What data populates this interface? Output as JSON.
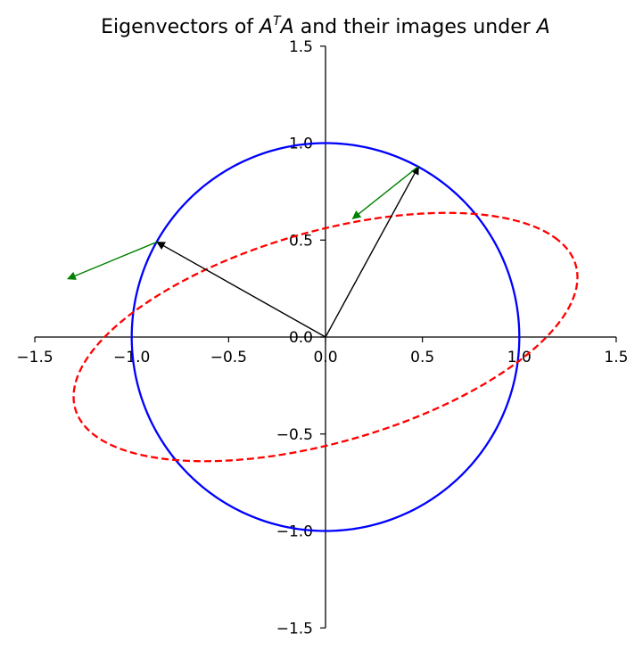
{
  "chart_data": {
    "type": "line",
    "title": {
      "prefix": "Eigenvectors of ",
      "A1": "A",
      "sup": "T",
      "A2": "A",
      "middle": " and their images under ",
      "A3": "A"
    },
    "xlabel": "",
    "ylabel": "",
    "xlim": [
      -1.5,
      1.5
    ],
    "ylim": [
      -1.5,
      1.5
    ],
    "grid": false,
    "spines": "centered",
    "x_ticks": [
      -1.5,
      -1.0,
      -0.5,
      0.0,
      0.5,
      1.0,
      1.5
    ],
    "x_tick_labels": [
      "−1.5",
      "−1.0",
      "−0.5",
      "0.0",
      "0.5",
      "1.0",
      "1.5"
    ],
    "y_ticks": [
      -1.5,
      -1.0,
      -0.5,
      0.0,
      0.5,
      1.0,
      1.5
    ],
    "y_tick_labels": [
      "−1.5",
      "−1.0",
      "−0.5",
      "0.0",
      "0.5",
      "1.0",
      "1.5"
    ],
    "curves": {
      "unit_circle": {
        "radius": 1.0,
        "color": "#0000ff",
        "style": "solid"
      },
      "ellipse": {
        "matrix": [
          [
            1.2,
            -0.5
          ],
          [
            0.5,
            0.4
          ]
        ],
        "color": "#ff0000",
        "style": "dashed"
      }
    },
    "eigenvectors": [
      {
        "x": 0.48,
        "y": 0.88
      },
      {
        "x": -0.87,
        "y": 0.49
      }
    ],
    "images": [
      {
        "x": 0.14,
        "y": 0.61
      },
      {
        "x": -1.33,
        "y": 0.3
      }
    ],
    "colors": {
      "eigenvector": "#000000",
      "image_arrow": "#008000"
    }
  }
}
